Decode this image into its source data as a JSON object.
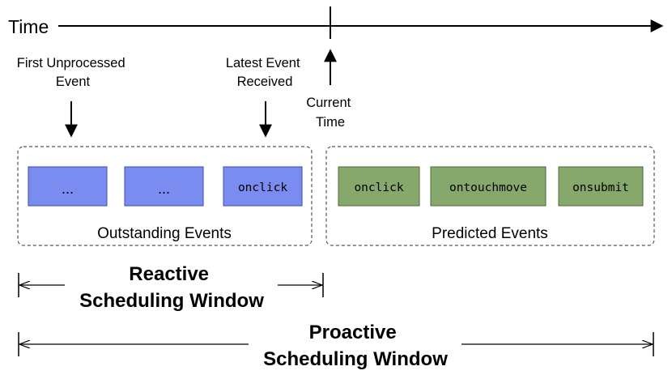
{
  "timeline": {
    "label": "Time"
  },
  "markers": {
    "first_unprocessed": [
      "First Unprocessed",
      "Event"
    ],
    "latest_received": [
      "Latest Event",
      "Received"
    ],
    "current_time": [
      "Current",
      "Time"
    ]
  },
  "outstanding": {
    "caption": "Outstanding Events",
    "events": [
      "...",
      "...",
      "onclick"
    ]
  },
  "predicted": {
    "caption": "Predicted Events",
    "events": [
      "onclick",
      "ontouchmove",
      "onsubmit"
    ]
  },
  "windows": {
    "reactive": [
      "Reactive",
      "Scheduling Window"
    ],
    "proactive": [
      "Proactive",
      "Scheduling Window"
    ]
  },
  "colors": {
    "outstanding_fill": "#7b8cf0",
    "outstanding_stroke": "#3a4bb5",
    "predicted_fill": "#86a86c",
    "predicted_stroke": "#4d6a3a",
    "line": "#000000",
    "group_border": "#555555"
  }
}
